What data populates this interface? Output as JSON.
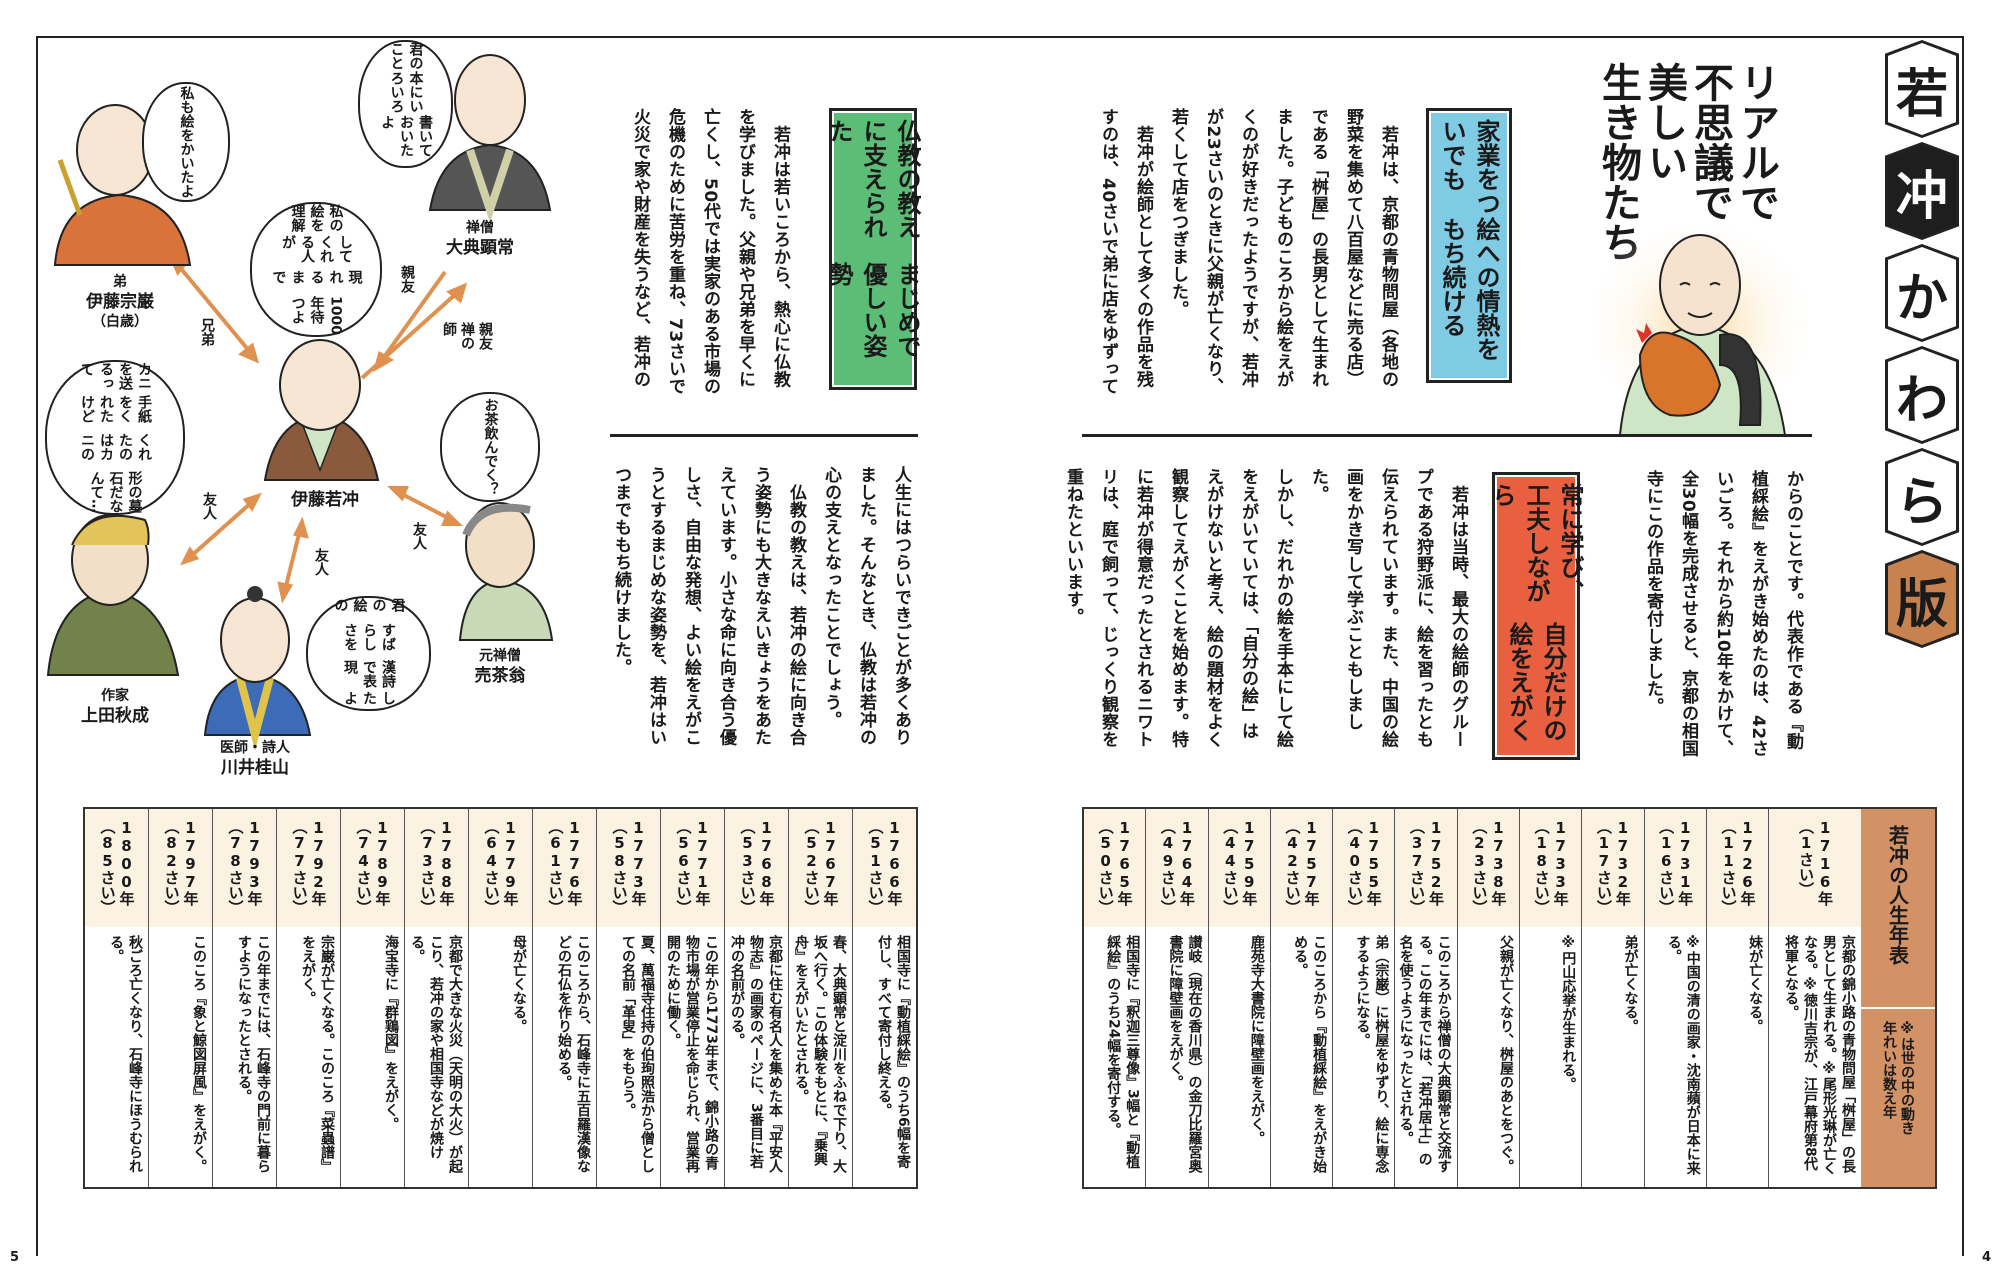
{
  "page_numbers": {
    "left": "5",
    "right": "4"
  },
  "tab": {
    "chars": [
      "若",
      "冲",
      "か",
      "わ",
      "ら",
      "版"
    ],
    "colors": {
      "normal": "#ffffff",
      "dark": "#1e1e1e",
      "accent": "#c8824f"
    }
  },
  "title": {
    "lines": [
      "リアルで",
      "不思議で",
      "美しい",
      "生き物たち"
    ]
  },
  "sections": [
    {
      "header": [
        "家業をついでも",
        "絵への情熱をもち続ける"
      ],
      "color": "#7ecbe3",
      "lines": [
        "　若冲は、京都の青物問屋（各地の",
        "野菜を集めて八百屋などに売る店）",
        "である「桝屋」の長男として生まれ",
        "ました。子どものころから絵をえが",
        "くのが好きだったようですが、若冲",
        "が23さいのときに父親が亡くなり、",
        "若くして店をつぎました。",
        "　若冲が絵師として多くの作品を残",
        "すのは、40さいで弟に店をゆずって"
      ],
      "lines_cont": [
        "からのことです。代表作である『動",
        "植綵絵』をえがき始めたのは、42さ",
        "いごろ。それから約10年をかけて、",
        "全30幅を完成させると、京都の相国",
        "寺にこの作品を寄付しました。"
      ]
    },
    {
      "header": [
        "常に学び、工夫しながら",
        "自分だけの絵をえがく"
      ],
      "color": "#e8603f",
      "lines": [
        "　若冲は当時、最大の絵師のグルー",
        "プである狩野派に、絵を習ったとも",
        "伝えられています。また、中国の絵",
        "画をかき写して学ぶこともしました。",
        "しかし、だれかの絵を手本にして絵",
        "をえがいていては、「自分の絵」は",
        "えがけないと考え、絵の題材をよく",
        "観察してえがくことを始めます。特",
        "に若冲が得意だったとされるニワト",
        "リは、庭で飼って、じっくり観察を",
        "重ねたといいます。"
      ]
    },
    {
      "header": [
        "仏教の教えに支えられた",
        "まじめで優しい姿勢"
      ],
      "color": "#5bbd76",
      "lines": [
        "　若冲は若いころから、熱心に仏教",
        "を学びました。父親や兄弟を早くに",
        "亡くし、50代では実家のある市場の",
        "危機のために苦労を重ね、73さいで",
        "火災で家や財産を失うなど、若冲の"
      ],
      "lines_cont": [
        "人生にはつらいできごとが多くあり",
        "ました。そんなとき、仏教は若冲の",
        "心の支えとなったことでしょう。",
        "　仏教の教えは、若冲の絵に向き合",
        "う姿勢にも大きなえいきょうをあた",
        "えています。小さな命に向き合う優",
        "しさ、自由な発想、よい絵をえがこ",
        "うとするまじめな姿勢を、若冲はい",
        "つまでももち続けました。"
      ]
    }
  ],
  "people": {
    "jakuchu": {
      "name": "伊藤若冲",
      "bubble": [
        "私の絵を理解",
        "してくれる人が",
        "現れるまで",
        "1000年待つよ"
      ]
    },
    "sougan": {
      "role": "弟",
      "name": "伊藤宗巌",
      "alt": "（白歳）",
      "bubble": [
        "私も絵を",
        "かいたよ"
      ]
    },
    "daiten": {
      "role": "禅僧",
      "name": "大典顕常",
      "bubble": [
        "君のこと",
        "本にいろいろ",
        "書いておいたよ"
      ]
    },
    "akinari": {
      "role": "作家",
      "name": "上田秋成",
      "bubble": [
        "カニを送るって",
        "手紙をくれたけど",
        "くれたのはカニの",
        "形の墓石だなんて…"
      ]
    },
    "baisao": {
      "role": "元禅僧",
      "name": "売茶翁",
      "bubble": [
        "お茶",
        "飲んでく？"
      ]
    },
    "keizan": {
      "role": "医師・詩人",
      "name": "川井桂山",
      "bubble": [
        "君の絵の",
        "すばらしさを",
        "漢詩で表現",
        "したよ"
      ]
    }
  },
  "relations": {
    "brother": "兄弟",
    "close_friend": "親友",
    "zen_teacher": [
      "親友",
      "禅の師"
    ],
    "friend": "友人"
  },
  "timeline": {
    "header": "若冲の人生年表",
    "note": [
      "※は世の中の動き",
      "年れいは数え年"
    ],
    "right": [
      {
        "year": "1716年",
        "age": "（1さい）",
        "event": "京都の錦小路の青物問屋「桝屋」の長男として生まれる。※尾形光琳が亡くなる。※徳川吉宗が、江戸幕府第8代将軍となる。"
      },
      {
        "year": "1726年",
        "age": "（11さい）",
        "event": "妹が亡くなる。"
      },
      {
        "year": "1731年",
        "age": "（16さい）",
        "event": "※中国の清の画家・沈南蘋が日本に来る。"
      },
      {
        "year": "1732年",
        "age": "（17さい）",
        "event": "弟が亡くなる。"
      },
      {
        "year": "1733年",
        "age": "（18さい）",
        "event": "※円山応挙が生まれる。"
      },
      {
        "year": "1738年",
        "age": "（23さい）",
        "event": "父親が亡くなり、桝屋のあとをつぐ。"
      },
      {
        "year": "1752年",
        "age": "（37さい）",
        "event": "このころから禅僧の大典顕常と交流する。この年までには、「若冲居士」の名を使うようになったとされる。"
      },
      {
        "year": "1755年",
        "age": "（40さい）",
        "event": "弟（宗巌）に桝屋をゆずり、絵に専念するようになる。"
      },
      {
        "year": "1757年",
        "age": "（42さい）",
        "event": "このころから『動植綵絵』をえがき始める。"
      },
      {
        "year": "1759年",
        "age": "（44さい）",
        "event": "鹿苑寺大書院に障壁画をえがく。"
      },
      {
        "year": "1764年",
        "age": "（49さい）",
        "event": "讃岐（現在の香川県）の金刀比羅宮奥書院に障壁画をえがく。"
      },
      {
        "year": "1765年",
        "age": "（50さい）",
        "event": "相国寺に『釈迦三尊像』3幅と『動植綵絵』のうち24幅を寄付する。"
      }
    ],
    "left": [
      {
        "year": "1766年",
        "age": "（51さい）",
        "event": "相国寺に『動植綵絵』のうち6幅を寄付し、すべて寄付し終える。"
      },
      {
        "year": "1767年",
        "age": "（52さい）",
        "event": "春、大典顕常と淀川をふねで下り、大坂へ行く。この体験をもとに、『乗興舟』をえがいたとされる。"
      },
      {
        "year": "1768年",
        "age": "（53さい）",
        "event": "京都に住む有名人を集めた本『平安人物志』の画家のページに、3番目に若冲の名前がのる。"
      },
      {
        "year": "1771年",
        "age": "（56さい）",
        "event": "この年から1773年まで、錦小路の青物市場が営業停止を命じられ、営業再開のために働く。"
      },
      {
        "year": "1773年",
        "age": "（58さい）",
        "event": "夏、萬福寺住持の伯珣照浩から僧としての名前「革叟」をもらう。"
      },
      {
        "year": "1776年",
        "age": "（61さい）",
        "event": "このころから、石峰寺に五百羅漢像などの石仏を作り始める。"
      },
      {
        "year": "1779年",
        "age": "（64さい）",
        "event": "母が亡くなる。"
      },
      {
        "year": "1788年",
        "age": "（73さい）",
        "event": "京都で大きな火災（天明の大火）が起こり、若冲の家や相国寺などが焼ける。"
      },
      {
        "year": "1789年",
        "age": "（74さい）",
        "event": "海宝寺に『群鶏図』をえがく。"
      },
      {
        "year": "1792年",
        "age": "（77さい）",
        "event": "宗巌が亡くなる。このころ『菜蟲譜』をえがく。"
      },
      {
        "year": "1793年",
        "age": "（78さい）",
        "event": "この年までには、石峰寺の門前に暮らすようになったとされる。"
      },
      {
        "year": "1797年",
        "age": "（82さい）",
        "event": "このころ『象と鯨図屏風』をえがく。"
      },
      {
        "year": "1800年",
        "age": "（85さい）",
        "event": "秋ごろ亡くなり、石峰寺にほうむられる。"
      }
    ]
  }
}
